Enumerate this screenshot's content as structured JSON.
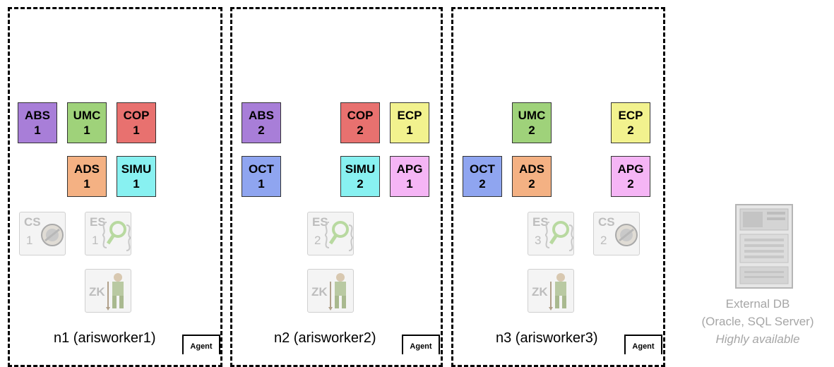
{
  "nodes": [
    {
      "label": "n1 (arisworker1)",
      "agent": "Agent",
      "services": [
        {
          "code": "ABS",
          "num": "1"
        },
        {
          "code": "UMC",
          "num": "1"
        },
        {
          "code": "COP",
          "num": "1"
        },
        {
          "code": "ADS",
          "num": "1"
        },
        {
          "code": "SIMU",
          "num": "1"
        }
      ],
      "infra": [
        {
          "code": "CS",
          "num": "1",
          "icon": "cloudsearch-badge-icon"
        },
        {
          "code": "ES",
          "num": "1",
          "icon": "magnifier-icon"
        },
        {
          "code": "ZK",
          "icon": "zookeeper-figure-icon"
        }
      ]
    },
    {
      "label": "n2 (arisworker2)",
      "agent": "Agent",
      "services": [
        {
          "code": "ABS",
          "num": "2"
        },
        {
          "code": "COP",
          "num": "2"
        },
        {
          "code": "ECP",
          "num": "1"
        },
        {
          "code": "OCT",
          "num": "1"
        },
        {
          "code": "SIMU",
          "num": "2"
        },
        {
          "code": "APG",
          "num": "1"
        }
      ],
      "infra": [
        {
          "code": "ES",
          "num": "2",
          "icon": "magnifier-icon"
        },
        {
          "code": "ZK",
          "icon": "zookeeper-figure-icon"
        }
      ]
    },
    {
      "label": "n3 (arisworker3)",
      "agent": "Agent",
      "services": [
        {
          "code": "UMC",
          "num": "2"
        },
        {
          "code": "ECP",
          "num": "2"
        },
        {
          "code": "OCT",
          "num": "2"
        },
        {
          "code": "ADS",
          "num": "2"
        },
        {
          "code": "APG",
          "num": "2"
        }
      ],
      "infra": [
        {
          "code": "ES",
          "num": "3",
          "icon": "magnifier-icon"
        },
        {
          "code": "CS",
          "num": "2",
          "icon": "cloudsearch-badge-icon"
        },
        {
          "code": "ZK",
          "icon": "zookeeper-figure-icon"
        }
      ]
    }
  ],
  "external_db": {
    "line1": "External DB",
    "line2": "(Oracle, SQL Server)",
    "line3": "Highly available",
    "icon": "server-rack-icon"
  },
  "colors": {
    "ABS": "#a87ed8",
    "UMC": "#9fd27a",
    "COP": "#e8716f",
    "ADS": "#f4b183",
    "SIMU": "#88f1f1",
    "ECP": "#f2f28e",
    "APG": "#f5b5f5",
    "OCT": "#8fa5f0"
  }
}
